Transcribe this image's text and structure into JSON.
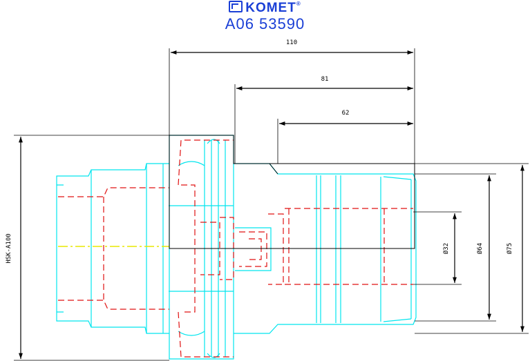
{
  "header": {
    "brand": "KOMET",
    "part_number": "A06 53590"
  },
  "dimensions": {
    "overall_length": "110",
    "length_2": "81",
    "length_3": "62",
    "shank_type": "HSK-A100",
    "dia_bore": "Ø32",
    "dia_body": "Ø64",
    "dia_flange": "Ø75"
  },
  "colors": {
    "outline": "#00e5ee",
    "hidden": "#e01010",
    "dimension": "#000000",
    "centerline": "#e8e800",
    "brand": "#1a3fd6"
  }
}
